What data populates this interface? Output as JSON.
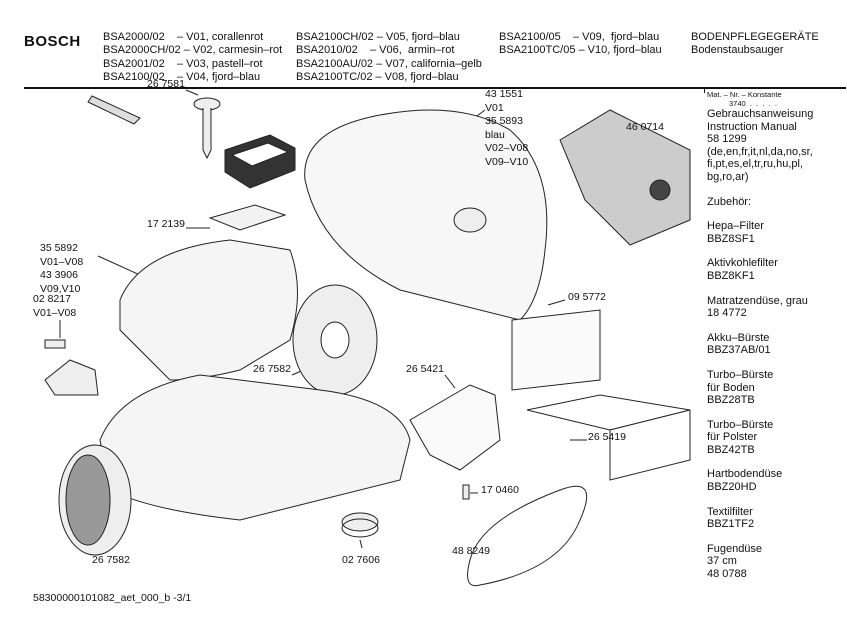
{
  "header": {
    "brand": "BOSCH",
    "models": [
      [
        "BSA2000/02    – V01, corallenrot",
        "BSA2000CH/02 – V02, carmesin–rot",
        "BSA2001/02    – V03, pastell–rot",
        "BSA2100/02    – V04, fjord–blau"
      ],
      [
        "BSA2100CH/02 – V05, fjord–blau",
        "BSA2010/02    – V06,  armin–rot",
        "BSA2100AU/02 – V07, california–gelb",
        "BSA2100TC/02 – V08, fjord–blau"
      ],
      [
        "BSA2100/05    – V09,  fjord–blau",
        "BSA2100TC/05 – V10, fjord–blau"
      ]
    ],
    "category": "BODENPFLEGEGERÄTE",
    "subcategory": "Bodenstaubsauger"
  },
  "sidebar": {
    "mat_nr_label": "Mat. – Nr. – Konstante",
    "mat_nr_value": "3740  .  .  .  .  .",
    "groups": [
      [
        "Gebrauchsanweisung",
        "Instruction Manual",
        "58 1299",
        "(de,en,fr,it,nl,da,no,sr,",
        "fi,pt,es,el,tr,ru,hu,pl,",
        "bg,ro,ar)"
      ],
      [
        "Zubehör:"
      ],
      [
        "Hepa–Filter",
        "BBZ8SF1"
      ],
      [
        "Aktivkohlefilter",
        "BBZ8KF1"
      ],
      [
        "Matratzendüse, grau",
        "18 4772"
      ],
      [
        "Akku–Bürste",
        "BBZ37AB/01"
      ],
      [
        "Turbo–Bürste",
        "für Boden",
        "BBZ28TB"
      ],
      [
        "Turbo–Bürste",
        "für Polster",
        "BBZ42TB"
      ],
      [
        "Hartbodendüse",
        "BBZ20HD"
      ],
      [
        "Textilfilter",
        "BBZ1TF2"
      ],
      [
        "Fugendüse",
        "37 cm",
        "48 0788"
      ]
    ]
  },
  "parts": {
    "cover": "43 1551\nV01\n35 5893\nblau\nV02–V08\nV09–V10",
    "dust_bag": "46 0714",
    "bag_holder": "26 7581",
    "filter": "17 2139",
    "housing_top": "35 5892\nV01–V08\n43 3906\nV09,V10",
    "cord_part": "02 8217\nV01–V08",
    "filter_mat": "09 5772",
    "wheel_right": "26 7582",
    "bracket": "26 5421",
    "grille": "26 5419",
    "small_part": "17 0460",
    "wheel_left": "26 7582",
    "ring": "02 7606",
    "belt": "48 8249"
  },
  "footer": "58300000101082_aet_000_b -3/1"
}
